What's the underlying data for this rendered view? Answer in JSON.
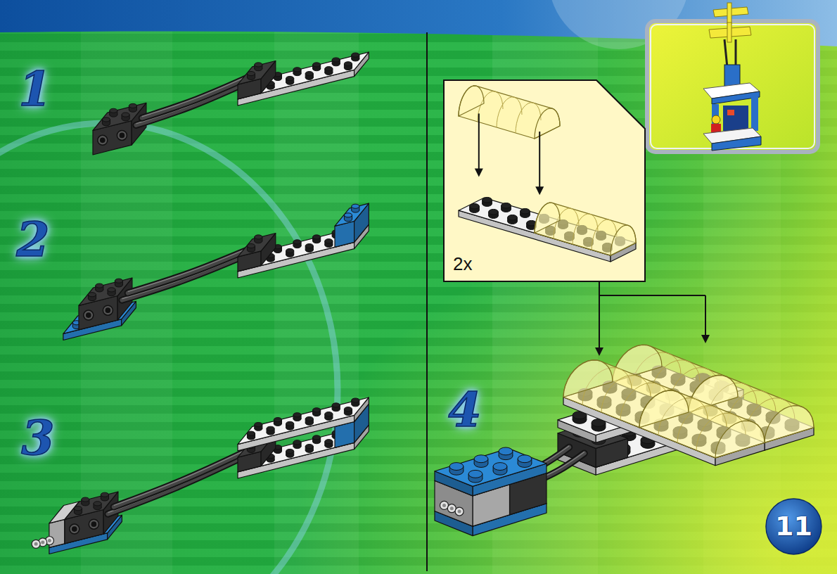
{
  "diagram": {
    "nodes": [
      {
        "text": [
          "2x"
        ]
      },
      {
        "text": [
          "11"
        ]
      }
    ],
    "labels": [
      "1",
      "2",
      "3",
      "4"
    ]
  }
}
